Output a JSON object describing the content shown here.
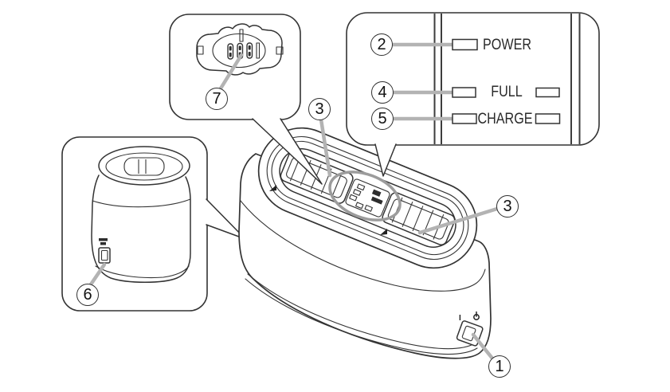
{
  "diagram": {
    "type": "parts-identification-diagram",
    "subject": "battery charger",
    "colors": {
      "background": "#ffffff",
      "line": "#333333",
      "leader": "#b3b3b3",
      "highlight": "#9c9c9c",
      "panel_divider": "#3d3d3d"
    },
    "callouts": {
      "power_switch": "1",
      "power_lamp": "2",
      "charging_slots": "3",
      "full_lamp": "4",
      "charge_lamp": "5",
      "dc_port": "6",
      "charging_contacts": "7"
    },
    "panel": {
      "power_label": "POWER",
      "full_label": "FULL",
      "charge_label": "CHARGE"
    },
    "switch": {
      "on_mark": "I",
      "standby_mark": "⏻"
    }
  }
}
